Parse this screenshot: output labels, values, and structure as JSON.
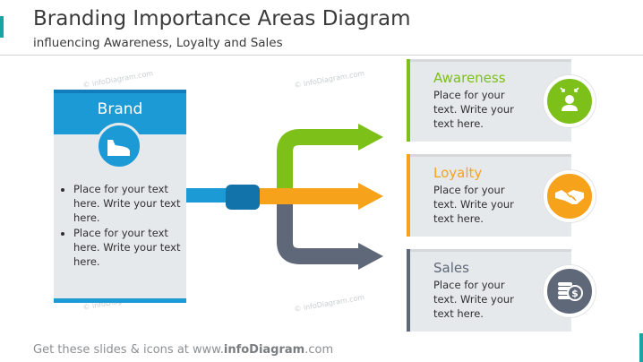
{
  "header": {
    "title": "Branding Importance Areas Diagram",
    "subtitle": "influencing Awareness, Loyalty and Sales"
  },
  "watermark": "© infoDiagram.com",
  "brand": {
    "title": "Brand",
    "icon": "sneaker-icon",
    "bullets": [
      "Place for your text here. Write your text here.",
      "Place for your text here. Write your text here."
    ]
  },
  "areas": [
    {
      "title": "Awareness",
      "text": "Place for your text. Write your text here.",
      "color": "#7cc019",
      "icon": "person-target-icon"
    },
    {
      "title": "Loyalty",
      "text": "Place for your text. Write your text here.",
      "color": "#f7a21b",
      "icon": "handshake-icon"
    },
    {
      "title": "Sales",
      "text": "Place for your text. Write your text here.",
      "color": "#5f6878",
      "icon": "coins-dollar-icon"
    }
  ],
  "colors": {
    "brand": "#1b9ad6",
    "brand_dark": "#1173aa",
    "panel_bg": "#e6e9eb"
  },
  "footer": {
    "prefix": "Get these slides & icons at www.",
    "brand": "infoDiagram",
    "suffix": ".com"
  }
}
